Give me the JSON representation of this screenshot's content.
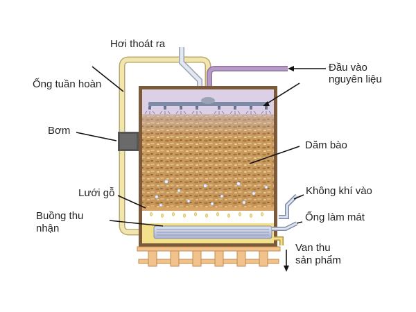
{
  "labels": {
    "vapor_out": "Hơi thoát ra",
    "feed_in_line1": "Đầu vào",
    "feed_in_line2": "nguyên liệu",
    "recirc_pipe": "Ống tuần hoàn",
    "pump": "Bơm",
    "wood_chips": "Dăm bào",
    "wood_mesh": "Lưới gỗ",
    "air_in": "Không khí vào",
    "collect_line1": "Buồng thu",
    "collect_line2": "nhận",
    "cooling_pipe": "Ống làm mát",
    "valve_line1": "Van thu",
    "valve_line2": "sản phẩm"
  },
  "colors": {
    "tank_frame": "#7a5a3a",
    "chip_bed": "#c9995a",
    "top_fill": "#c9b8c8",
    "feed_pipe": "#b79ac6",
    "recirc_pipe": "#f2e6b0",
    "collect_liquid": "#f3e08a",
    "wood_stand": "#f2c28c",
    "cooling_coil": "#c7cfe6",
    "pump": "#555555"
  }
}
